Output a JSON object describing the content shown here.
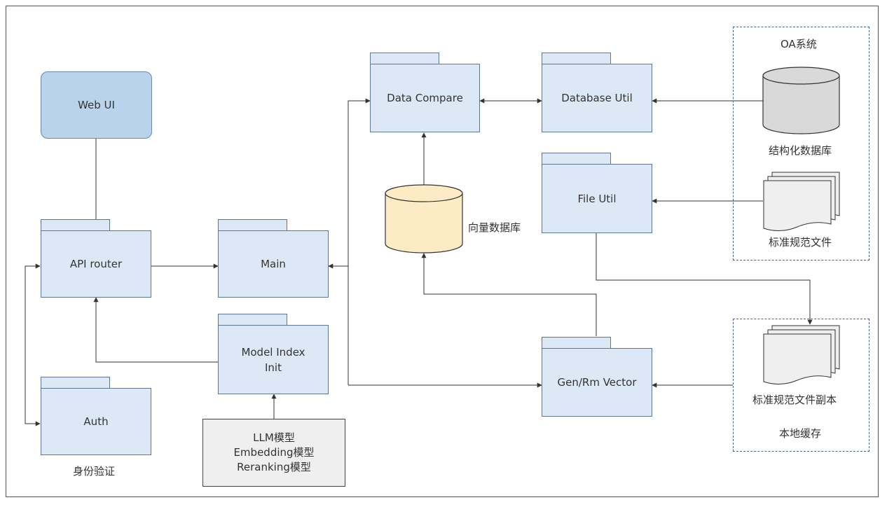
{
  "nodes": {
    "web_ui": "Web UI",
    "api_router": "API router",
    "auth": "Auth",
    "auth_caption": "身份验证",
    "main": "Main",
    "model_index_init": [
      "Model Index",
      "Init"
    ],
    "models": [
      "LLM模型",
      "Embedding模型",
      "Reranking模型"
    ],
    "data_compare": "Data Compare",
    "database_util": "Database Util",
    "file_util": "File Util",
    "gen_rm_vector": "Gen/Rm Vector",
    "vector_db": "向量数据库"
  },
  "oa_group": {
    "title": "OA系统",
    "structured_db": "结构化数据库",
    "standard_docs": "标准规范文件"
  },
  "local_group": {
    "doc_copies": "标准规范文件副本",
    "title": "本地缓存"
  },
  "icons": {
    "structured_db": "database-cylinder-icon",
    "vector_db": "database-cylinder-icon",
    "standard_docs": "document-stack-icon",
    "doc_copies": "document-stack-icon"
  },
  "colors": {
    "package_fill": "#dce8f5",
    "web_ui_fill": "#b8d3eb",
    "vector_db_fill": "#fdebc6",
    "structured_db_fill": "#d9d9d9",
    "model_box_fill": "#efefef",
    "edge": "#333333"
  }
}
